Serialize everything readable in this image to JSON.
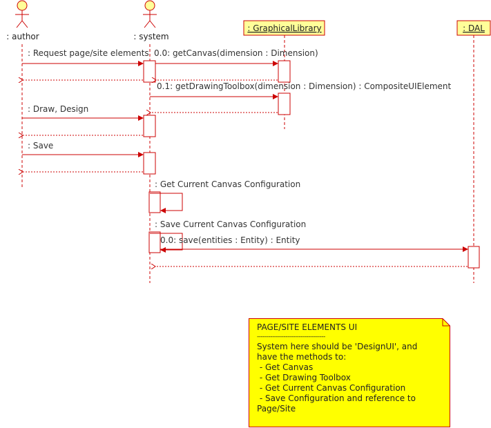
{
  "colors": {
    "line": "#cc0000",
    "note_fill": "#ffff00",
    "actor_fill": "#ffff99",
    "class_fill": "#ffff99"
  },
  "actors": {
    "author": ": author",
    "system": ": system"
  },
  "objects": {
    "graphical_library": ": GraphicalLibrary",
    "dal": ": DAL"
  },
  "messages": {
    "request": ": Request page/site elements",
    "get_canvas": "0.0: getCanvas(dimension : Dimension)",
    "get_toolbox": "0.1: getDrawingToolbox(dimension : Dimension) : CompositeUIElement",
    "draw_design": ": Draw, Design",
    "save": ": Save",
    "get_config": ": Get Current Canvas Configuration",
    "save_config": ": Save Current Canvas Configuration",
    "save_entities": "0.0: save(entities : Entity) : Entity"
  },
  "note": {
    "title": "PAGE/SITE ELEMENTS UI",
    "separator": "------------------------------------",
    "lines": [
      "System here should be 'DesignUI', and",
      "have the methods to:",
      " - Get Canvas",
      " - Get Drawing Toolbox",
      " - Get Current Canvas Configuration",
      " - Save Configuration and reference to",
      "Page/Site"
    ]
  }
}
